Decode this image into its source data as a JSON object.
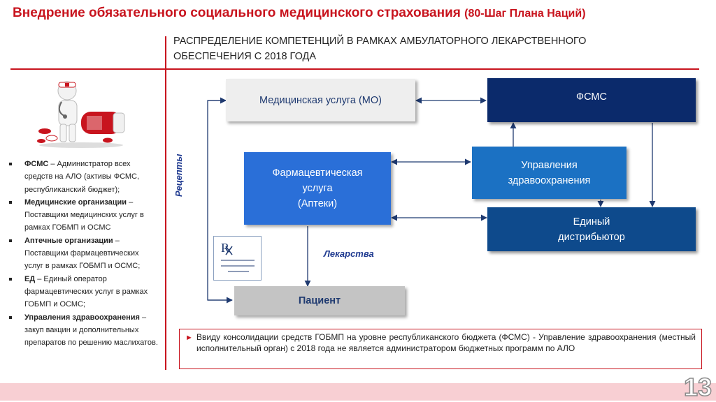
{
  "header": {
    "title": "Внедрение обязательного социального медицинского страхования",
    "title_suffix": "(80-Шаг Плана Наций)",
    "subtitle": "Распределение компетенций в рамках амбулаторного лекарственного обеспечения с 2018 года"
  },
  "legend": {
    "items": [
      {
        "term": "ФСМС",
        "text": " – Администратор всех средств на АЛО (активы ФСМС, республиканский бюджет);"
      },
      {
        "term": "Медицинские организации",
        "text": " – Поставщики медицинских услуг в рамках ГОБМП и ОСМС"
      },
      {
        "term": "Аптечные организации",
        "text": " – Поставщики фармацевтических услуг в рамках ГОБМП и ОСМС;"
      },
      {
        "term": "ЕД",
        "text": " – Единый оператор фармацевтических услуг в рамках ГОБМП и ОСМС;"
      },
      {
        "term": "Управления здравоохранения",
        "text": " – закуп вакцин и дополнительных препаратов по решению маслихатов."
      }
    ]
  },
  "diagram": {
    "medical_service": "Медицинская услуга (МО)",
    "fsms": "ФСМС",
    "pharma_service": "Фармацевтическая\nуслуга\n(Аптеки)",
    "health_departments": "Управления\nздравоохранения",
    "single_distributor": "Единый\nдистрибьютор",
    "patient": "Пациент",
    "recipes_label": "Рецепты",
    "medicine_label": "Лекарства"
  },
  "note": {
    "text": "Ввиду консолидации средств ГОБМП на уровне республиканского бюджета (ФСМС) - Управление здравоохранения (местный исполнительный орган) с 2018 года не является администратором бюджетных программ по АЛО"
  },
  "page": {
    "number": "13"
  },
  "colors": {
    "accent_red": "#c8141e",
    "navy": "#0b2a6b",
    "blue": "#2a6fd8",
    "mid_blue": "#1b71c3",
    "dark_blue": "#0e4a8c",
    "grey_box": "#eeeeee",
    "patient_box": "#c4c4c4"
  }
}
